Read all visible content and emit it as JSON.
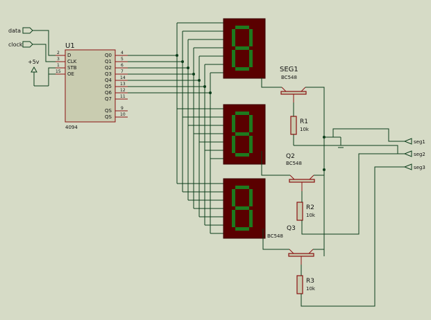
{
  "ic": {
    "ref": "U1",
    "part": "4094",
    "left_pins": [
      {
        "num": "2",
        "name": "D"
      },
      {
        "num": "3",
        "name": "CLK"
      },
      {
        "num": "1",
        "name": "STB"
      },
      {
        "num": "15",
        "name": "OE"
      }
    ],
    "right_pins": [
      {
        "num": "4",
        "name": "Q0"
      },
      {
        "num": "5",
        "name": "Q1"
      },
      {
        "num": "6",
        "name": "Q2"
      },
      {
        "num": "7",
        "name": "Q3"
      },
      {
        "num": "14",
        "name": "Q4"
      },
      {
        "num": "13",
        "name": "Q5"
      },
      {
        "num": "12",
        "name": "Q6"
      },
      {
        "num": "11",
        "name": "Q7"
      },
      {
        "num": "9",
        "name": "QS"
      },
      {
        "num": "10",
        "name": "QS"
      }
    ]
  },
  "inputs": {
    "data": "data",
    "clock": "clock"
  },
  "power": {
    "label": "+5v"
  },
  "outputs": [
    "seg1",
    "seg2",
    "seg3"
  ],
  "displays": [
    {
      "ref": "SEG1"
    }
  ],
  "transistors": [
    {
      "ref": "",
      "model": "BC548"
    },
    {
      "ref": "Q2",
      "model": "BC548"
    },
    {
      "ref": "Q3",
      "model": "BC548"
    }
  ],
  "resistors": [
    {
      "ref": "R1",
      "value": "10k"
    },
    {
      "ref": "R2",
      "value": "10k"
    },
    {
      "ref": "R3",
      "value": "10k"
    }
  ],
  "colors": {
    "background": "#d6dbc6",
    "wire": "#0b3d1a",
    "pin": "#8a1010",
    "display_body": "#5a0000",
    "segment": "#1e7a1e"
  }
}
